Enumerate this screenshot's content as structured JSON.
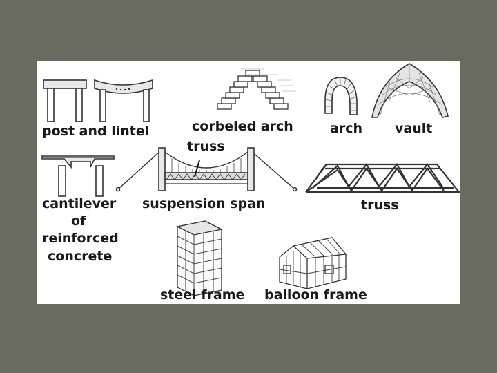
{
  "labels": {
    "post_and_lintel": "post and lintel",
    "corbeled_arch": "corbeled arch",
    "arch": "arch",
    "vault": "vault",
    "truss_pointer": "truss",
    "cantilever_line1": "cantilever",
    "cantilever_line2": "of",
    "cantilever_line3": "reinforced",
    "cantilever_line4": "concrete",
    "suspension_span": "suspension span",
    "truss": "truss",
    "steel_frame": "steel frame",
    "balloon_frame": "balloon frame"
  },
  "colors": {
    "background": "#6a6b5f",
    "panel": "#ffffff",
    "ink": "#1a1a1a",
    "shade": "#cfcfcf"
  }
}
